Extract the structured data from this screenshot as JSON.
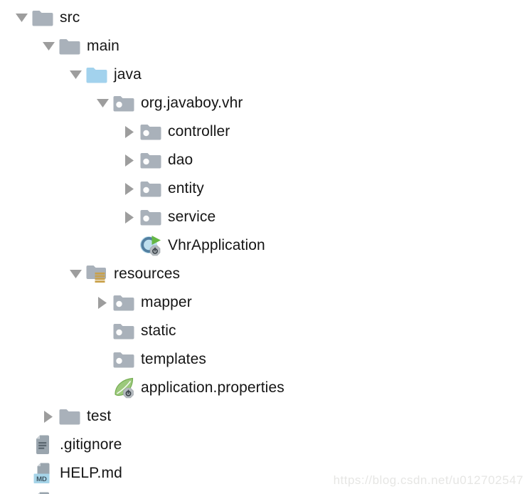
{
  "watermark": "https://blog.csdn.net/u012702547",
  "tree": {
    "items": [
      {
        "label": "src",
        "level": 0,
        "arrow": "down",
        "icon": "folder"
      },
      {
        "label": "main",
        "level": 1,
        "arrow": "down",
        "icon": "folder"
      },
      {
        "label": "java",
        "level": 2,
        "arrow": "down",
        "icon": "folder-java"
      },
      {
        "label": "org.javaboy.vhr",
        "level": 3,
        "arrow": "down",
        "icon": "package"
      },
      {
        "label": "controller",
        "level": 4,
        "arrow": "right",
        "icon": "package"
      },
      {
        "label": "dao",
        "level": 4,
        "arrow": "right",
        "icon": "package"
      },
      {
        "label": "entity",
        "level": 4,
        "arrow": "right",
        "icon": "package"
      },
      {
        "label": "service",
        "level": 4,
        "arrow": "right",
        "icon": "package"
      },
      {
        "label": "VhrApplication",
        "level": 4,
        "arrow": "none",
        "icon": "springboot-class"
      },
      {
        "label": "resources",
        "level": 2,
        "arrow": "down",
        "icon": "folder-resources"
      },
      {
        "label": "mapper",
        "level": 3,
        "arrow": "right",
        "icon": "package"
      },
      {
        "label": "static",
        "level": 3,
        "arrow": "none",
        "icon": "package"
      },
      {
        "label": "templates",
        "level": 3,
        "arrow": "none",
        "icon": "package"
      },
      {
        "label": "application.properties",
        "level": 3,
        "arrow": "none",
        "icon": "spring-config"
      },
      {
        "label": "test",
        "level": 1,
        "arrow": "right",
        "icon": "folder"
      },
      {
        "label": ".gitignore",
        "level": 0,
        "arrow": "none",
        "icon": "text-file"
      },
      {
        "label": "HELP.md",
        "level": 0,
        "arrow": "none",
        "icon": "markdown-file"
      },
      {
        "label": "",
        "level": 0,
        "arrow": "none",
        "icon": "text-file"
      }
    ],
    "md_badge_label": "MD"
  },
  "colors": {
    "folder_gray": "#a9b1ba",
    "java_folder_blue": "#a2d2ed",
    "package_dot_white": "#fdfdfd",
    "resources_badge_gold": "#c9a14b",
    "arrow_gray": "#9d9d9d",
    "text_black": "#151515",
    "file_gray": "#9aa5ae",
    "file_fold_light": "#ccd2d7",
    "file_lines_dark": "#5c6871",
    "md_badge_blue": "#a6d4e8",
    "md_text_dark": "#3e5360",
    "spring_green": "#9cc97c",
    "spring_green_dark": "#75ad52",
    "boot_circle_blue": "#bddfee",
    "boot_c_blue": "#527fa0",
    "run_triangle_green": "#65b845",
    "badge_octagon_gray": "#b4babf",
    "badge_octagon_edge": "#9aa0a5",
    "badge_glyph_dark": "#3e464c",
    "watermark_gray": "#e6e6e4"
  }
}
